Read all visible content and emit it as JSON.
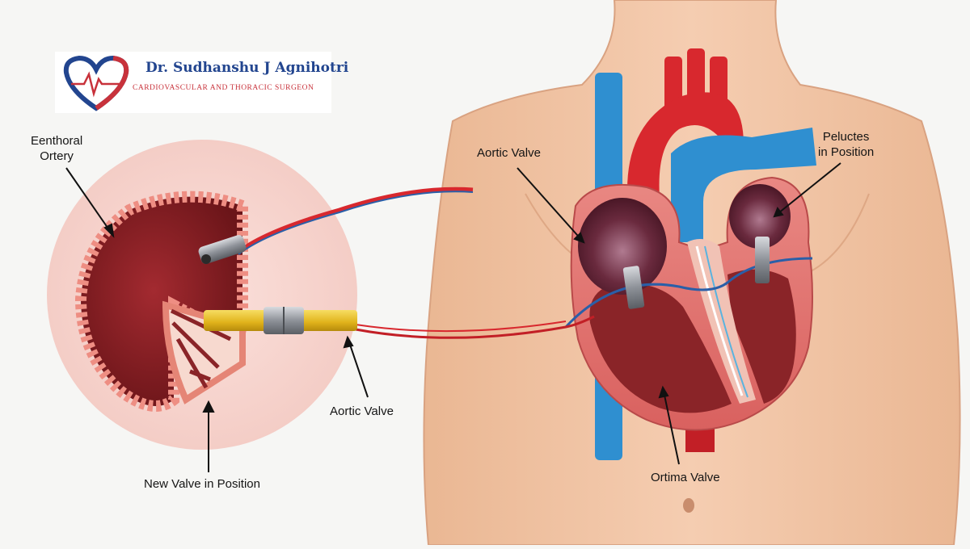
{
  "logo": {
    "name": "Dr. Sudhanshu J Agnihotri",
    "tagline": "CARDIOVASCULAR AND THORACIC SURGEON"
  },
  "labels": {
    "femoral_artery_line1": "Eenthoral",
    "femoral_artery_line2": "Ortery",
    "aortic_valve_left": "Aortic Valve",
    "new_valve": "New Valve in Position",
    "aortic_valve_heart": "Aortic Valve",
    "pelactes_line1": "Peluctes",
    "pelactes_line2": "in Position",
    "ortima_valve": "Ortima Valve"
  },
  "colors": {
    "skin": "#f3c6a6",
    "artery_red": "#d8282e",
    "vein_blue": "#2f8fd0",
    "tissue_dark": "#7a1d22",
    "valve_purple": "#6b2a3c",
    "catheter_gold": "#e0b21a",
    "logo_blue": "#22458f",
    "logo_red": "#c8323b"
  }
}
